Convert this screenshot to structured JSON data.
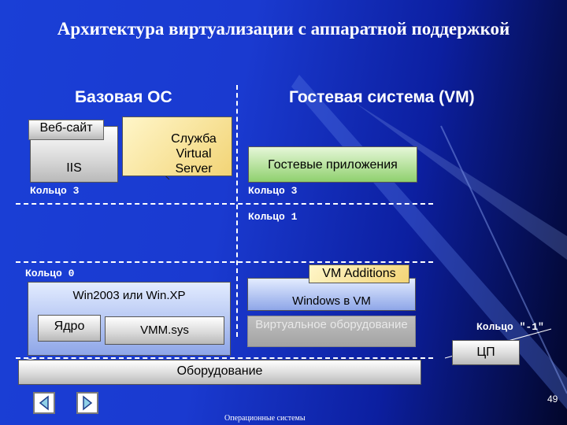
{
  "title": "Архитектура виртуализации с аппаратной поддержкой",
  "host_header": "Базовая ОС",
  "guest_header": "Гостевая система (VM)",
  "boxes": {
    "website": "Веб-сайт",
    "iis": "IIS",
    "virtual_server": "Служба Virtual Server",
    "guest_apps": "Гостевые приложения",
    "vm_additions": "VM Additions",
    "win_host": "Win2003 или Win.XP",
    "kernel": "Ядро",
    "vmm": "VMM.sys",
    "windows_vm": "Windows в VM",
    "virtual_hw": "Виртуальное оборудование",
    "hardware": "Оборудование",
    "cpu": "ЦП"
  },
  "rings": {
    "ring3_host": "Кольцо 3",
    "ring3_guest": "Кольцо 3",
    "ring1": "Кольцо 1",
    "ring0": "Кольцо 0",
    "ring_minus1": "Кольцо \"-1\""
  },
  "footer": {
    "page_number": "49",
    "caption": "Операционные системы"
  },
  "icons": [
    "nav-back-icon",
    "nav-forward-icon"
  ]
}
